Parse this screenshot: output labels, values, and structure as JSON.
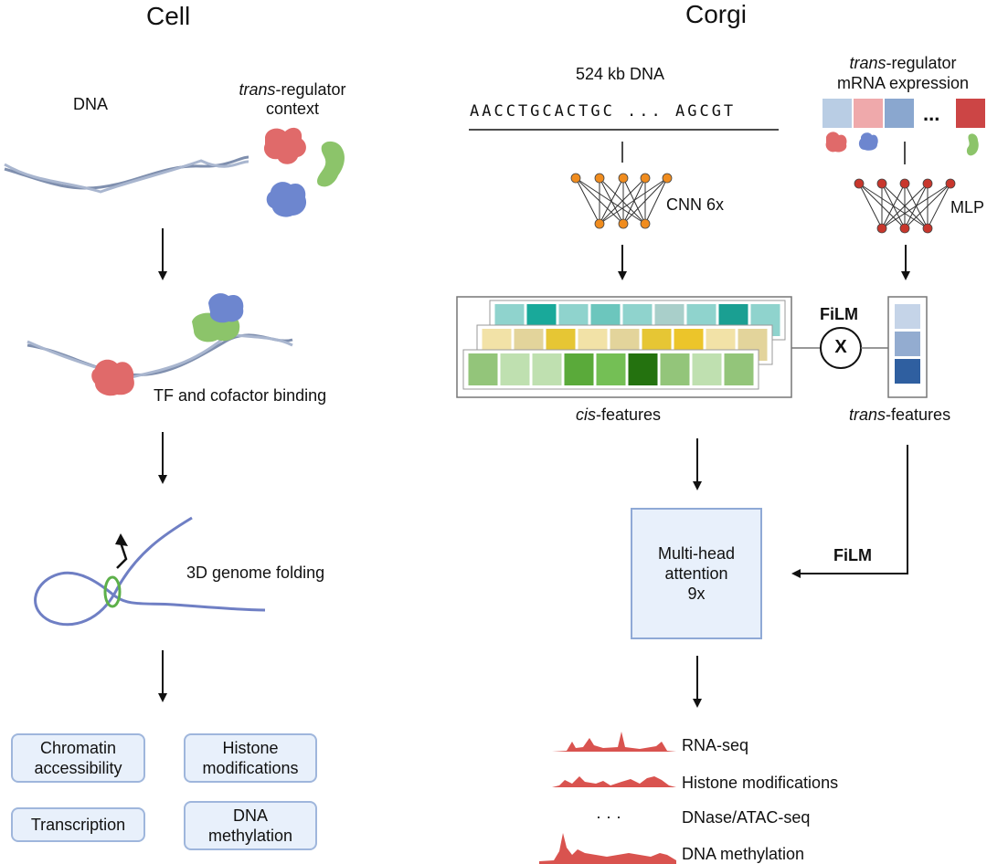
{
  "cell": {
    "title": "Cell",
    "dna_label": "DNA",
    "trans_context": {
      "italic": "trans",
      "rest": "-regulator",
      "line2": "context"
    },
    "tf_binding": "TF and cofactor binding",
    "folding": "3D genome folding",
    "outputs": {
      "chromatin": "Chromatin\naccessibility",
      "histone": "Histone\nmodifications",
      "transcription": "Transcription",
      "methylation": "DNA\nmethylation"
    }
  },
  "corgi": {
    "title": "Corgi",
    "dna_label": "524 kb DNA",
    "sequence": "AACCTGCACTGC ... AGCGT",
    "trans_expression": {
      "italic": "trans",
      "rest": "-regulator",
      "line2": "mRNA expression"
    },
    "ellipsis": "...",
    "cnn_label": "CNN 6x",
    "mlp_label": "MLP",
    "film_label": "FiLM",
    "film_op": "X",
    "film_label_2": "FiLM",
    "cis_features": {
      "italic": "cis",
      "rest": "-features"
    },
    "trans_features": {
      "italic": "trans",
      "rest": "-features"
    },
    "attention": "Multi-head\nattention\n9x",
    "tracks": [
      "RNA-seq",
      "Histone modifications",
      "DNase/ATAC-seq",
      "DNA methylation"
    ],
    "track_ellipsis": "· · ·"
  },
  "colors": {
    "dna_strand": "#7f8fae",
    "tf_red": "#e06a6a",
    "cofactor_green": "#8cc46a",
    "protein_blue": "#6d86cf",
    "node_orange": "#f08c1e",
    "node_red": "#c8362c",
    "track_red": "#d9534f",
    "box_fill": "#e8f0fb",
    "box_border": "#9fb6dc",
    "cis_row1": [
      "#8fd3cd",
      "#19a99a",
      "#8fd3cd",
      "#6cc6bd",
      "#8fd3cd",
      "#a9cfca",
      "#8fd3cd",
      "#1a9f92",
      "#8fd3cd"
    ],
    "cis_row2": [
      "#f2e2a7",
      "#e3d49b",
      "#e6c634",
      "#f2e2a7",
      "#e3d49b",
      "#e6c634",
      "#ecc52a",
      "#f2e2a7",
      "#e3d49b"
    ],
    "cis_row3": [
      "#93c57a",
      "#bfe0b0",
      "#bfe0b0",
      "#5aaa3a",
      "#74bf55",
      "#24720f",
      "#93c57a",
      "#bfe0b0",
      "#93c57a"
    ],
    "trans_features": [
      "#c5d4e8",
      "#93acd0",
      "#2f5fa0"
    ],
    "expression": [
      "#b9cde4",
      "#efa9ab",
      "#8aa7cf",
      "#cc4545"
    ]
  }
}
